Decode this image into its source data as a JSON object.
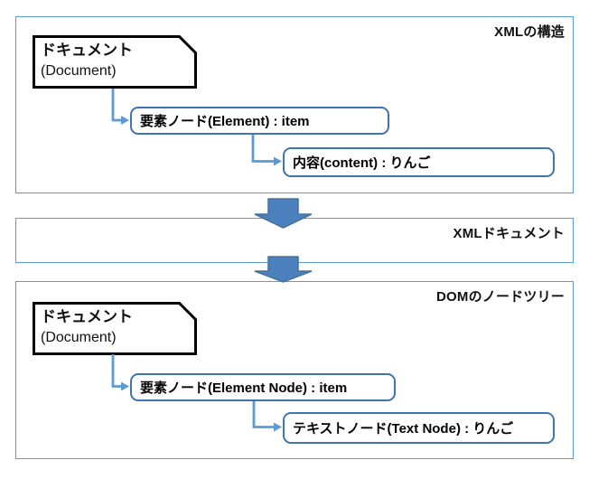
{
  "colors": {
    "section_border": "#5b9bd5",
    "node_border": "#3e74b1",
    "connector": "#5b9bd5",
    "arrow_fill": "#4c80bc",
    "arrow_outline": "#41719c",
    "document_border": "#000000",
    "text": "#111111",
    "background": "#ffffff"
  },
  "sections": {
    "xml_structure": {
      "title": "XMLの構造",
      "document_box": {
        "line1": "ドキュメント",
        "line2": "(Document)"
      },
      "element_box": "要素ノード(Element) : item",
      "content_box": "内容(content) : りんご"
    },
    "xml_document": {
      "title": "XMLドキュメント"
    },
    "dom_tree": {
      "title": "DOMのノードツリー",
      "document_box": {
        "line1": "ドキュメント",
        "line2": "(Document)"
      },
      "element_box": "要素ノード(Element Node) : item",
      "text_box": "テキストノード(Text Node) : りんご"
    }
  }
}
